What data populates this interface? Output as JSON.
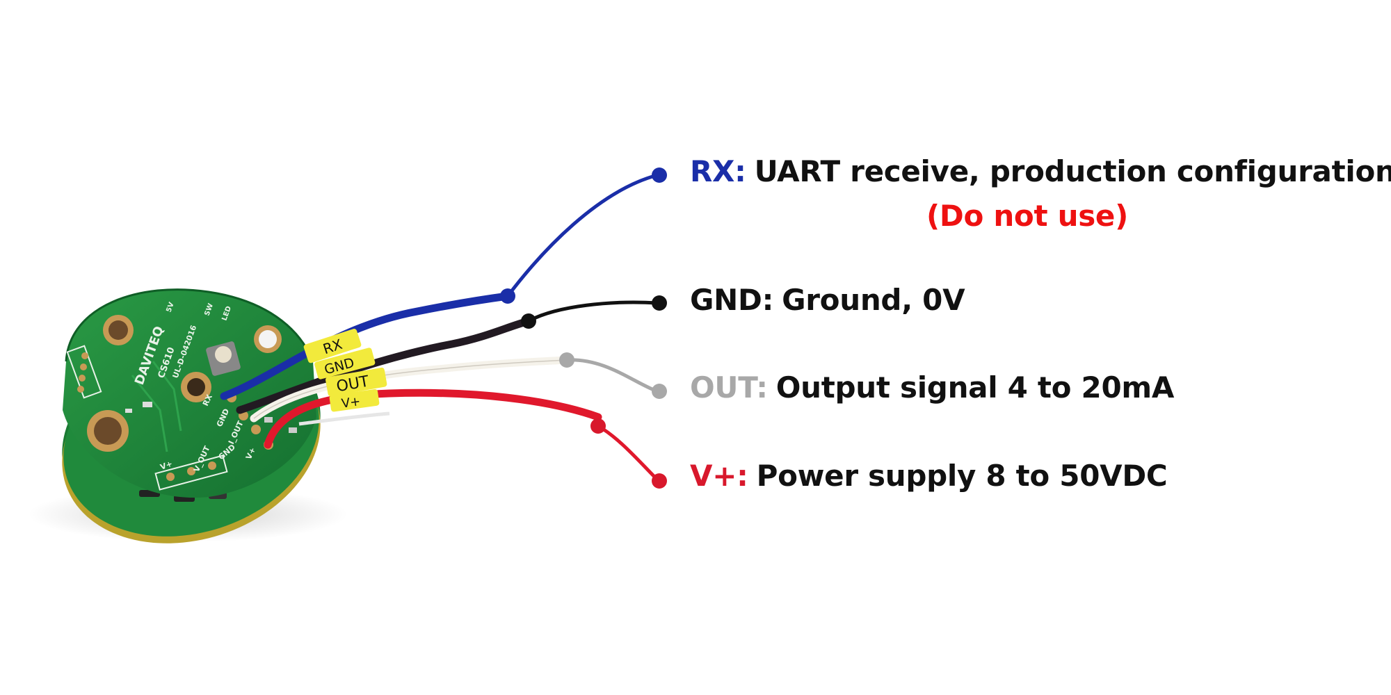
{
  "colors": {
    "rx": "#1a2ea8",
    "gnd": "#111111",
    "out": "#a8a8a8",
    "vplus": "#d8182c",
    "warning": "#ee1111",
    "pcb": "#1f8a3a",
    "pad": "#c89a55",
    "sleeve": "#f2ea3c"
  },
  "pins": [
    {
      "id": "rx",
      "name": "RX:",
      "description": "UART receive, production configuration",
      "note": "(Do not use)"
    },
    {
      "id": "gnd",
      "name": "GND:",
      "description": "Ground, 0V"
    },
    {
      "id": "out",
      "name": "OUT:",
      "description": "Output signal 4 to 20mA"
    },
    {
      "id": "vplus",
      "name": "V+:",
      "description": "Power supply 8 to 50VDC"
    }
  ],
  "sleeve_labels": [
    "RX",
    "GND",
    "OUT",
    "V+"
  ],
  "board": {
    "brand": "DAVITEQ",
    "model": "CS610",
    "revision": "UL-D-042016",
    "silkscreen": [
      "RX",
      "GND",
      "I_OUT",
      "V+",
      "V_OUT",
      "GND",
      "V+",
      "SW",
      "LED",
      "5V"
    ]
  }
}
